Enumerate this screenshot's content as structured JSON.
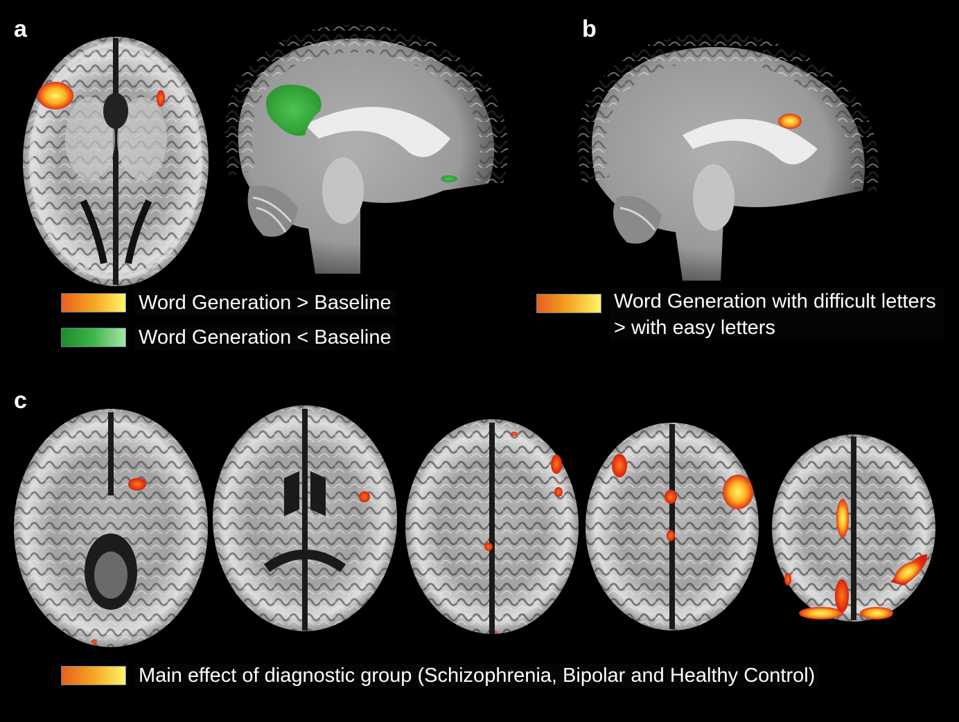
{
  "panels": {
    "a": {
      "letter": "a"
    },
    "b": {
      "letter": "b"
    },
    "c": {
      "letter": "c"
    }
  },
  "legends": {
    "a": [
      {
        "label": "Word Generation > Baseline",
        "gradient": [
          "#e8601c",
          "#f5a623",
          "#fff56a"
        ]
      },
      {
        "label": "Word Generation < Baseline",
        "gradient": [
          "#1c8c2c",
          "#3fb54a",
          "#a6e6a8"
        ]
      }
    ],
    "b": [
      {
        "label": "Word Generation with difficult letters > with easy letters",
        "gradient": [
          "#e8601c",
          "#f5a623",
          "#fff56a"
        ]
      }
    ],
    "c": [
      {
        "label": "Main effect of diagnostic group (Schizophrenia, Bipolar and Healthy Control)",
        "gradient": [
          "#e8601c",
          "#f5a623",
          "#fff56a"
        ]
      }
    ]
  },
  "colors": {
    "background": "#000000",
    "activation_warm": "#f07a1e",
    "activation_hot": "#ffe85c",
    "deactivation": "#3fb54a",
    "brain_gray": "#8c8c8c"
  }
}
